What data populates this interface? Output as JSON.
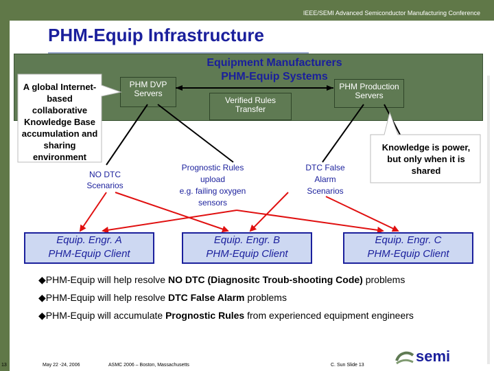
{
  "header": {
    "conference": "IEEE/SEMI Advanced Semiconductor Manufacturing Conference",
    "title": "PHM-Equip Infrastructure"
  },
  "diagram": {
    "manufacturers_line1": "Equipment Manufacturers",
    "manufacturers_line2": "PHM-Equip Systems",
    "dvp_servers": "PHM DVP\nServers",
    "production_servers": "PHM Production\nServers",
    "verified_rules": "Verified Rules\nTransfer",
    "callout_left": "A global Internet-based collaborative Knowledge Base accumulation and sharing environment",
    "callout_right": "Knowledge is power, but only when it is shared",
    "no_dtc": "NO DTC\nScenarios",
    "prognostic_rules": "Prognostic Rules\nupload\ne.g. failing oxygen\nsensors",
    "dtc_false_alarm": "DTC False\nAlarm\nScenarios",
    "clients": [
      {
        "line1": "Equip. Engr. A",
        "line2": "PHM-Equip Client"
      },
      {
        "line1": "Equip. Engr. B",
        "line2": "PHM-Equip Client"
      },
      {
        "line1": "Equip. Engr. C",
        "line2": "PHM-Equip Client"
      }
    ]
  },
  "bullets": [
    {
      "marker": "u",
      "pre": "PHM-Equip will help resolve ",
      "bold": "NO DTC (Diagnositc Troub-shooting Code)",
      "post": " problems"
    },
    {
      "marker": "u",
      "pre": "PHM-Equip will help resolve ",
      "bold": "DTC False Alarm",
      "post": " problems"
    },
    {
      "marker": "u",
      "pre": "PHM-Equip will accumulate ",
      "bold": "Prognostic Rules",
      "post": " from experienced equipment engineers"
    }
  ],
  "footer": {
    "page": "13",
    "date": "May 22 -24, 2006",
    "venue": "ASMC 2006 – Boston, Massachusetts",
    "author": "C. Sun Slide 13",
    "logo_text": "semi"
  },
  "colors": {
    "green": "#5f7a53",
    "navy": "#1a1f9c",
    "client_fill": "#cdd8f2",
    "arrow": "#e01010"
  }
}
